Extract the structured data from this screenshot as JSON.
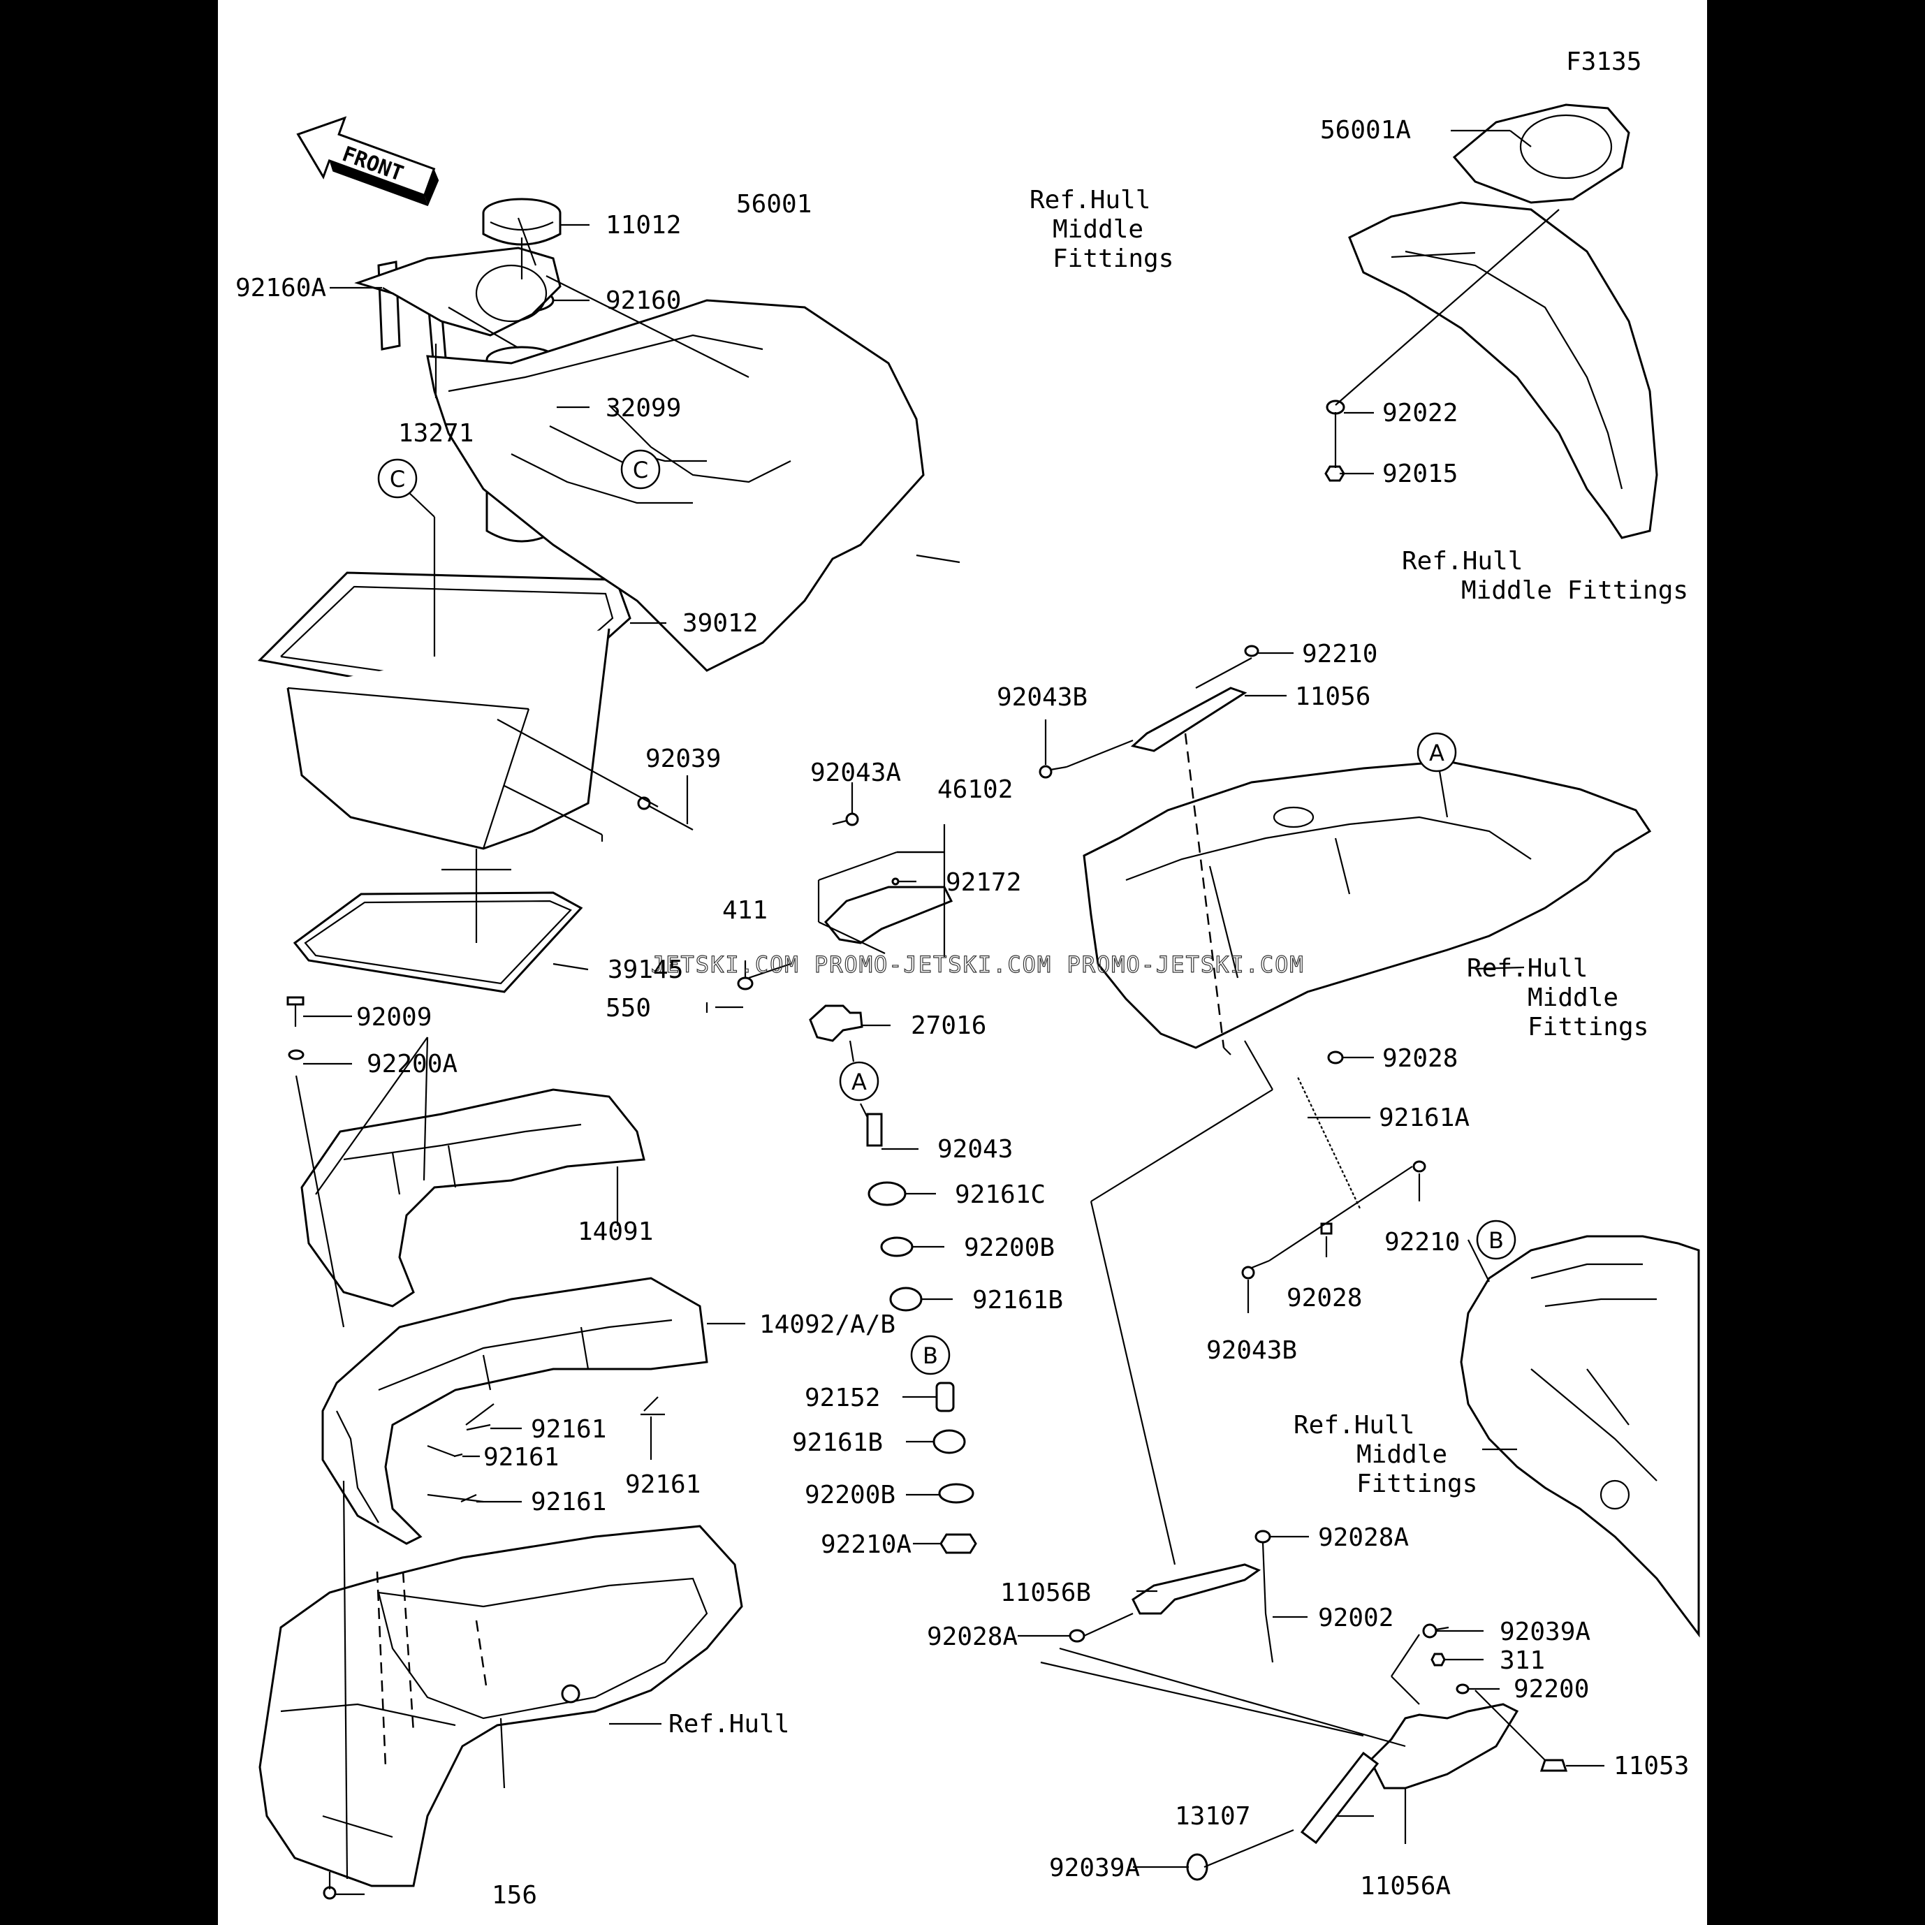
{
  "figure_code": "F3135",
  "front_arrow": "FRONT",
  "watermark": "JETSKI.COM  PROMO-JETSKI.COM  PROMO-JETSKI.COM",
  "callouts": {
    "a": "A",
    "b": "B",
    "c": "C"
  },
  "labels": {
    "p56001A": "56001A",
    "p56001": "56001",
    "p11012": "11012",
    "p92160A": "92160A",
    "p92160": "92160",
    "p32099": "32099",
    "p13271": "13271",
    "p39012": "39012",
    "p92039": "92039",
    "p39145": "39145",
    "p92009": "92009",
    "p92200A": "92200A",
    "p14091": "14091",
    "p14092": "14092/A/B",
    "p92161_1": "92161",
    "p92161_2": "92161",
    "p92161_3": "92161",
    "p92161_4": "92161",
    "p156": "156",
    "p92043A": "92043A",
    "p46102": "46102",
    "p92172": "92172",
    "p411": "411",
    "p550": "550",
    "p27016": "27016",
    "p92043": "92043",
    "p92161C": "92161C",
    "p92200B_1": "92200B",
    "p92161B_1": "92161B",
    "p92152": "92152",
    "p92161B_2": "92161B",
    "p92200B_2": "92200B",
    "p92210A": "92210A",
    "p92022": "92022",
    "p92015": "92015",
    "p92210_1": "92210",
    "p11056": "11056",
    "p92043B_1": "92043B",
    "p92028_1": "92028",
    "p92161A": "92161A",
    "p92210_2": "92210",
    "p92028_2": "92028",
    "p92043B_2": "92043B",
    "p92028A_1": "92028A",
    "p11056B": "11056B",
    "p92002": "92002",
    "p92028A_2": "92028A",
    "p92039A_1": "92039A",
    "p311": "311",
    "p92200": "92200",
    "p11053": "11053",
    "p13107": "13107",
    "p92039A_2": "92039A",
    "p11056A": "11056A"
  },
  "refs": {
    "r1": [
      "Ref.Hull",
      "Middle",
      "Fittings"
    ],
    "r2": [
      "Ref.Hull",
      "Middle Fittings"
    ],
    "r3": [
      "Ref.Hull",
      "Middle",
      "Fittings"
    ],
    "r4": [
      "Ref.Hull",
      "Middle",
      "Fittings"
    ],
    "r5": [
      "Ref.Hull"
    ]
  }
}
